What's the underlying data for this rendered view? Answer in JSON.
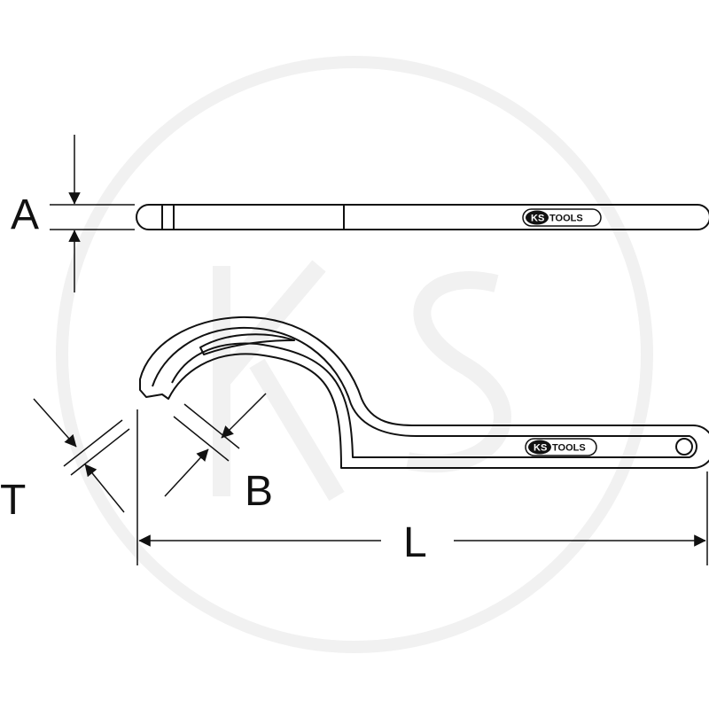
{
  "drawing": {
    "line_color": "#111111",
    "background": "#ffffff",
    "watermark_color": "#f1f1f1"
  },
  "dimensions": {
    "A": "A",
    "B": "B",
    "T": "T",
    "L": "L"
  },
  "logo": {
    "brand_ks": "KS",
    "brand_tools": "TOOLS"
  }
}
